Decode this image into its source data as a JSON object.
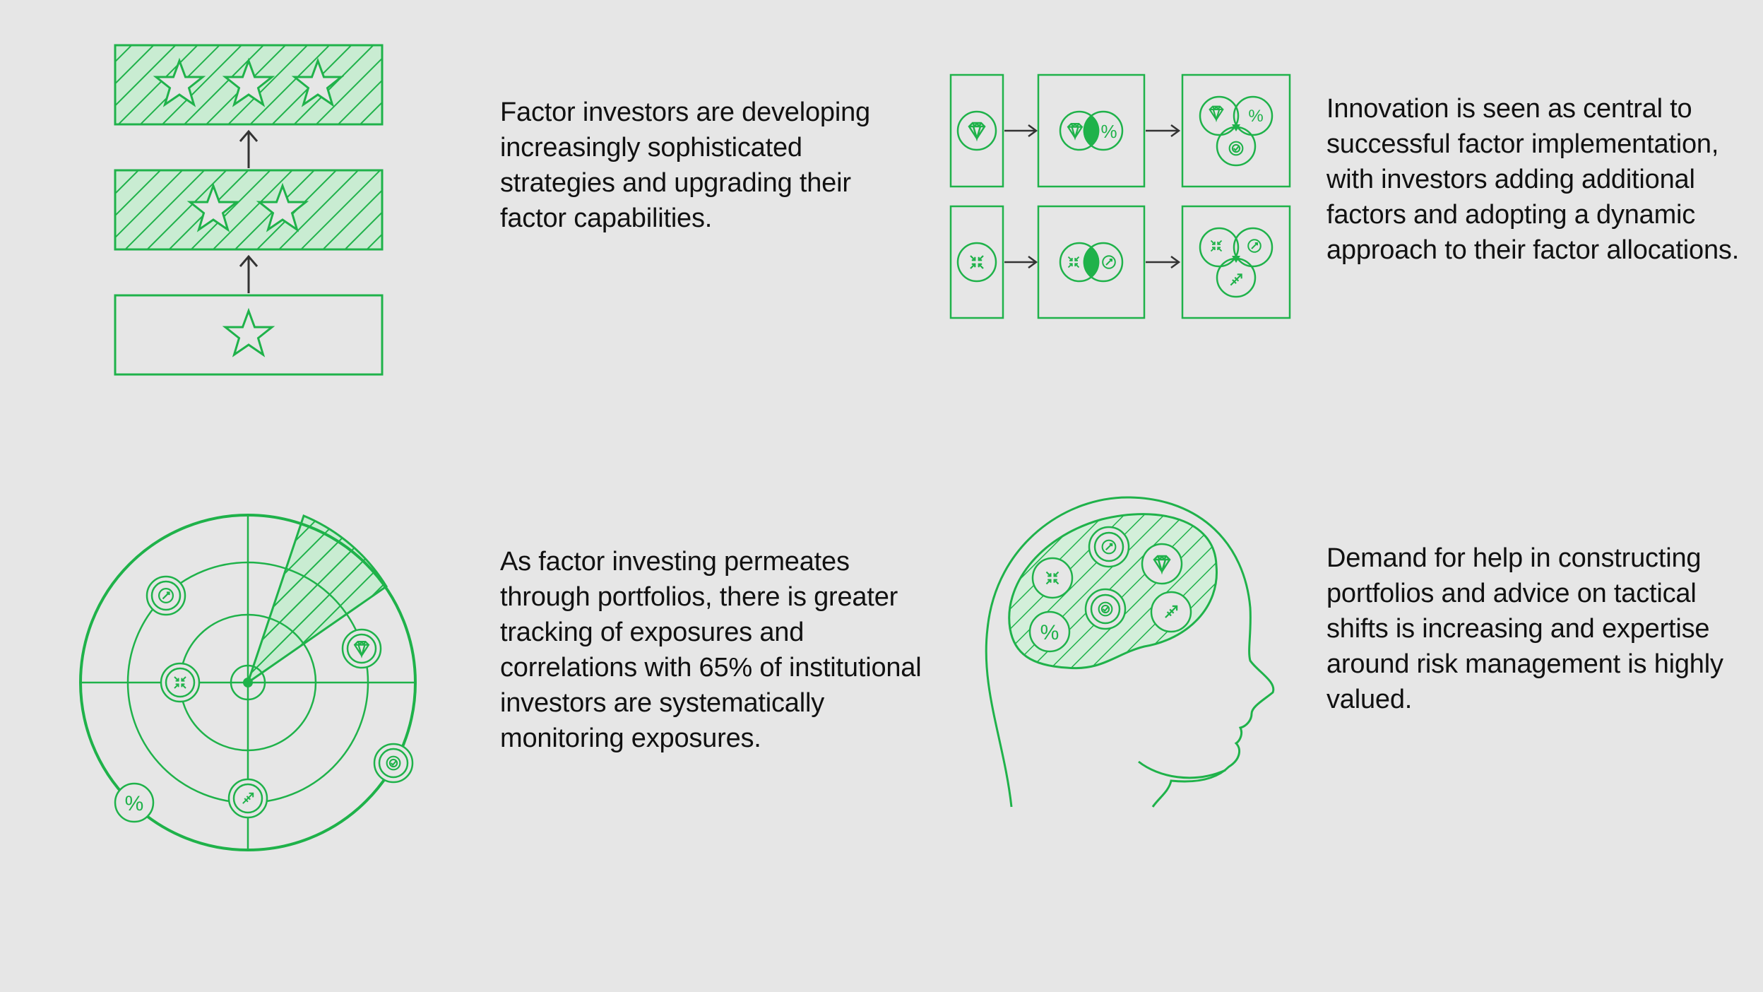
{
  "colors": {
    "background": "#e6e6e6",
    "accent": "#1fb24a",
    "text": "#111111"
  },
  "icons": [
    "star-icon",
    "arrow-up-icon",
    "arrow-right-icon",
    "diamond-icon",
    "percent-icon",
    "target-icon",
    "compass-icon",
    "shrink-arrows-icon",
    "rising-arrow-icon",
    "radar-icon",
    "head-icon"
  ],
  "panels": [
    {
      "illustration": "stacked-star-boxes",
      "text": "Factor investors are developing increasingly sophisticated strategies and upgrading their factor capabilities."
    },
    {
      "illustration": "factor-combination-flow",
      "text": "Innovation is seen as central to successful factor implementation, with investors adding additional factors and adopting a dynamic approach to their factor allocations."
    },
    {
      "illustration": "radar",
      "text": "As factor investing permeates through portfolios, there is greater tracking of exposures and correlations with 65% of institutional investors are systematically monitoring exposures."
    },
    {
      "illustration": "head-with-factors",
      "text": "Demand for help in constructing portfolios and advice on tactical shifts is increasing and expertise around risk management is highly valued."
    }
  ],
  "percent_symbol": "%"
}
